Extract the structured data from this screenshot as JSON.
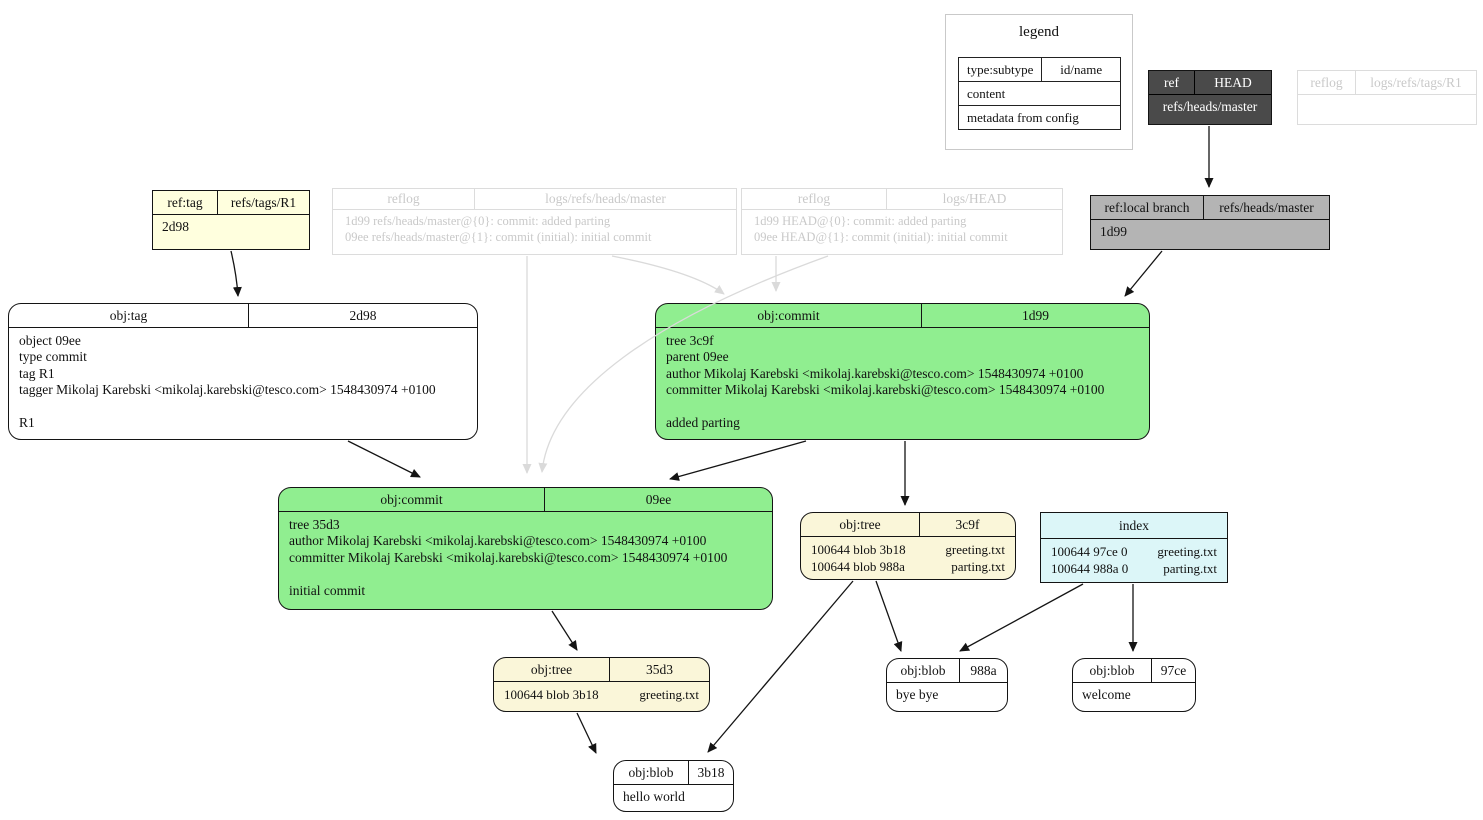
{
  "legend": {
    "title": "legend",
    "cell_type": "type:subtype",
    "cell_id": "id/name",
    "row_content": "content",
    "row_meta": "metadata from config"
  },
  "nodes": {
    "head_ref": {
      "type": "ref",
      "name": "HEAD",
      "value": "refs/heads/master"
    },
    "reflog_tags_r1": {
      "type": "reflog",
      "name": "logs/refs/tags/R1",
      "body": ""
    },
    "ref_tag": {
      "type": "ref:tag",
      "name": "refs/tags/R1",
      "value": "2d98"
    },
    "reflog_master": {
      "type": "reflog",
      "name": "logs/refs/heads/master",
      "body": "1d99 refs/heads/master@{0}: commit: added parting\n09ee refs/heads/master@{1}: commit (initial): initial commit"
    },
    "reflog_head": {
      "type": "reflog",
      "name": "logs/HEAD",
      "body": "1d99 HEAD@{0}: commit: added parting\n09ee HEAD@{1}: commit (initial): initial commit"
    },
    "ref_local_branch": {
      "type": "ref:local branch",
      "name": "refs/heads/master",
      "value": "1d99"
    },
    "obj_tag_2d98": {
      "type": "obj:tag",
      "id": "2d98",
      "body": "object 09ee\ntype commit\ntag R1\ntagger Mikolaj Karebski <mikolaj.karebski@tesco.com> 1548430974 +0100\n\nR1"
    },
    "commit_1d99": {
      "type": "obj:commit",
      "id": "1d99",
      "body": "tree 3c9f\nparent 09ee\nauthor Mikolaj Karebski <mikolaj.karebski@tesco.com> 1548430974 +0100\ncommitter Mikolaj Karebski <mikolaj.karebski@tesco.com> 1548430974 +0100\n\nadded parting"
    },
    "commit_09ee": {
      "type": "obj:commit",
      "id": "09ee",
      "body": "tree 35d3\nauthor Mikolaj Karebski <mikolaj.karebski@tesco.com> 1548430974 +0100\ncommitter Mikolaj Karebski <mikolaj.karebski@tesco.com> 1548430974 +0100\n\ninitial commit"
    },
    "tree_3c9f": {
      "type": "obj:tree",
      "id": "3c9f",
      "entries": [
        {
          "mode": "100644 blob 3b18",
          "file": "greeting.txt"
        },
        {
          "mode": "100644 blob 988a",
          "file": "parting.txt"
        }
      ]
    },
    "index": {
      "title": "index",
      "entries": [
        {
          "mode": "100644 97ce 0",
          "file": "greeting.txt"
        },
        {
          "mode": "100644 988a 0",
          "file": "parting.txt"
        }
      ]
    },
    "tree_35d3": {
      "type": "obj:tree",
      "id": "35d3",
      "entries": [
        {
          "mode": "100644 blob 3b18",
          "file": "greeting.txt"
        }
      ]
    },
    "blob_988a": {
      "type": "obj:blob",
      "id": "988a",
      "body": "bye bye"
    },
    "blob_97ce": {
      "type": "obj:blob",
      "id": "97ce",
      "body": "welcome"
    },
    "blob_3b18": {
      "type": "obj:blob",
      "id": "3b18",
      "body": "hello world"
    }
  },
  "colors": {
    "commit_fill": "#90ee90",
    "tree_fill": "#faf6d9",
    "ref_fill": "#ffffde",
    "index_fill": "#dcf6f8",
    "head_fill": "#4a4a4a",
    "local_branch_fill": "#b4b4b4",
    "reflog_text": "#c9c9c9"
  }
}
